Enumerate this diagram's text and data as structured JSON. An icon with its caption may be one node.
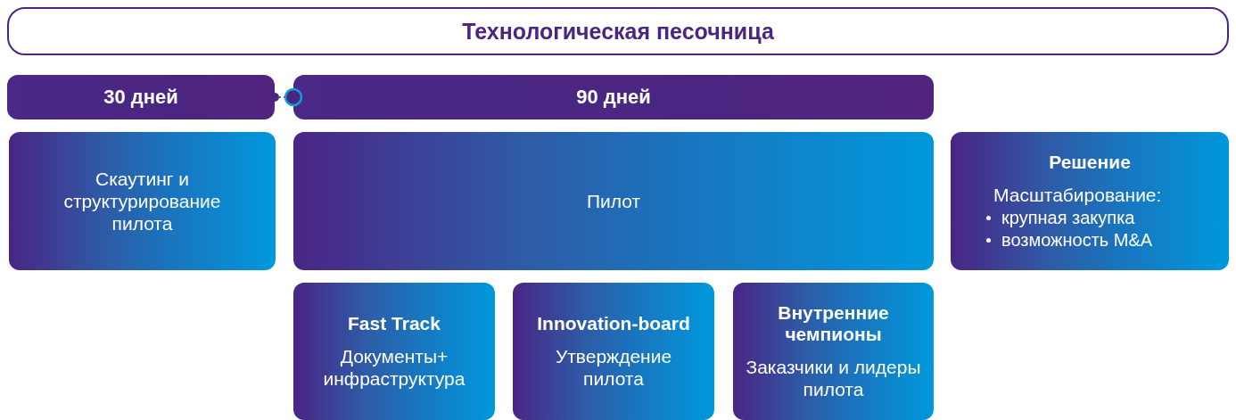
{
  "diagram": {
    "nodes": [
      {
        "text": [
          "Технологическая песочница"
        ]
      },
      {
        "text": [
          "30 дней"
        ]
      },
      {
        "text": [
          "90 дней"
        ]
      },
      {
        "text": [
          "Скаутинг и структурирование пилота"
        ]
      },
      {
        "text": [
          "Пилот"
        ]
      },
      {
        "text": [
          "Решение",
          "Масштабирование:",
          "крупная закупка",
          "возможность M&A"
        ]
      },
      {
        "text": [
          "Fast Track",
          "Документы+ инфраструктура"
        ]
      },
      {
        "text": [
          "Innovation-board",
          "Утверждение пилота"
        ]
      },
      {
        "text": [
          "Внутренние чемпионы",
          "Заказчики и лидеры пилота"
        ]
      }
    ],
    "edges": [
      {
        "from": 1,
        "to": 2,
        "arrow": "other",
        "style": "dashed"
      }
    ]
  }
}
